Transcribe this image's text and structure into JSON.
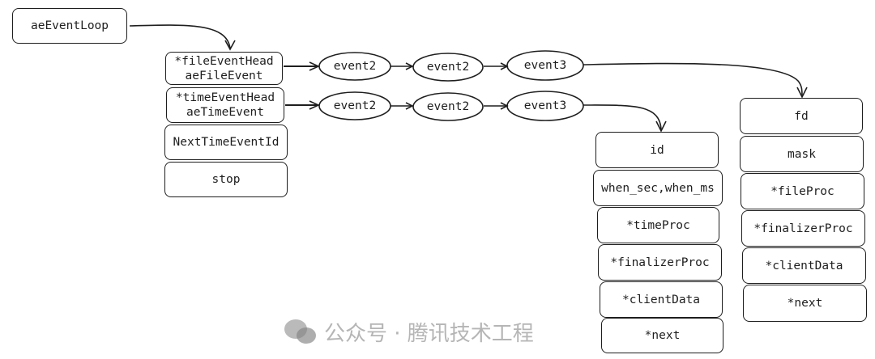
{
  "root": {
    "label": "aeEventLoop"
  },
  "event_loop_fields": [
    {
      "line1": "*fileEventHead",
      "line2": "aeFileEvent"
    },
    {
      "line1": "*timeEventHead",
      "line2": "aeTimeEvent"
    },
    {
      "line1": "NextTimeEventId"
    },
    {
      "line1": "stop"
    }
  ],
  "file_event_chain": [
    "event2",
    "event2",
    "event3"
  ],
  "time_event_chain": [
    "event2",
    "event2",
    "event3"
  ],
  "time_event_fields": [
    "id",
    "when_sec,when_ms",
    "*timeProc",
    "*finalizerProc",
    "*clientData",
    "*next"
  ],
  "file_event_fields": [
    "fd",
    "mask",
    "*fileProc",
    "*finalizerProc",
    "*clientData",
    "*next"
  ],
  "watermark": {
    "text": "公众号 · 腾讯技术工程",
    "icon": "wechat-icon"
  }
}
